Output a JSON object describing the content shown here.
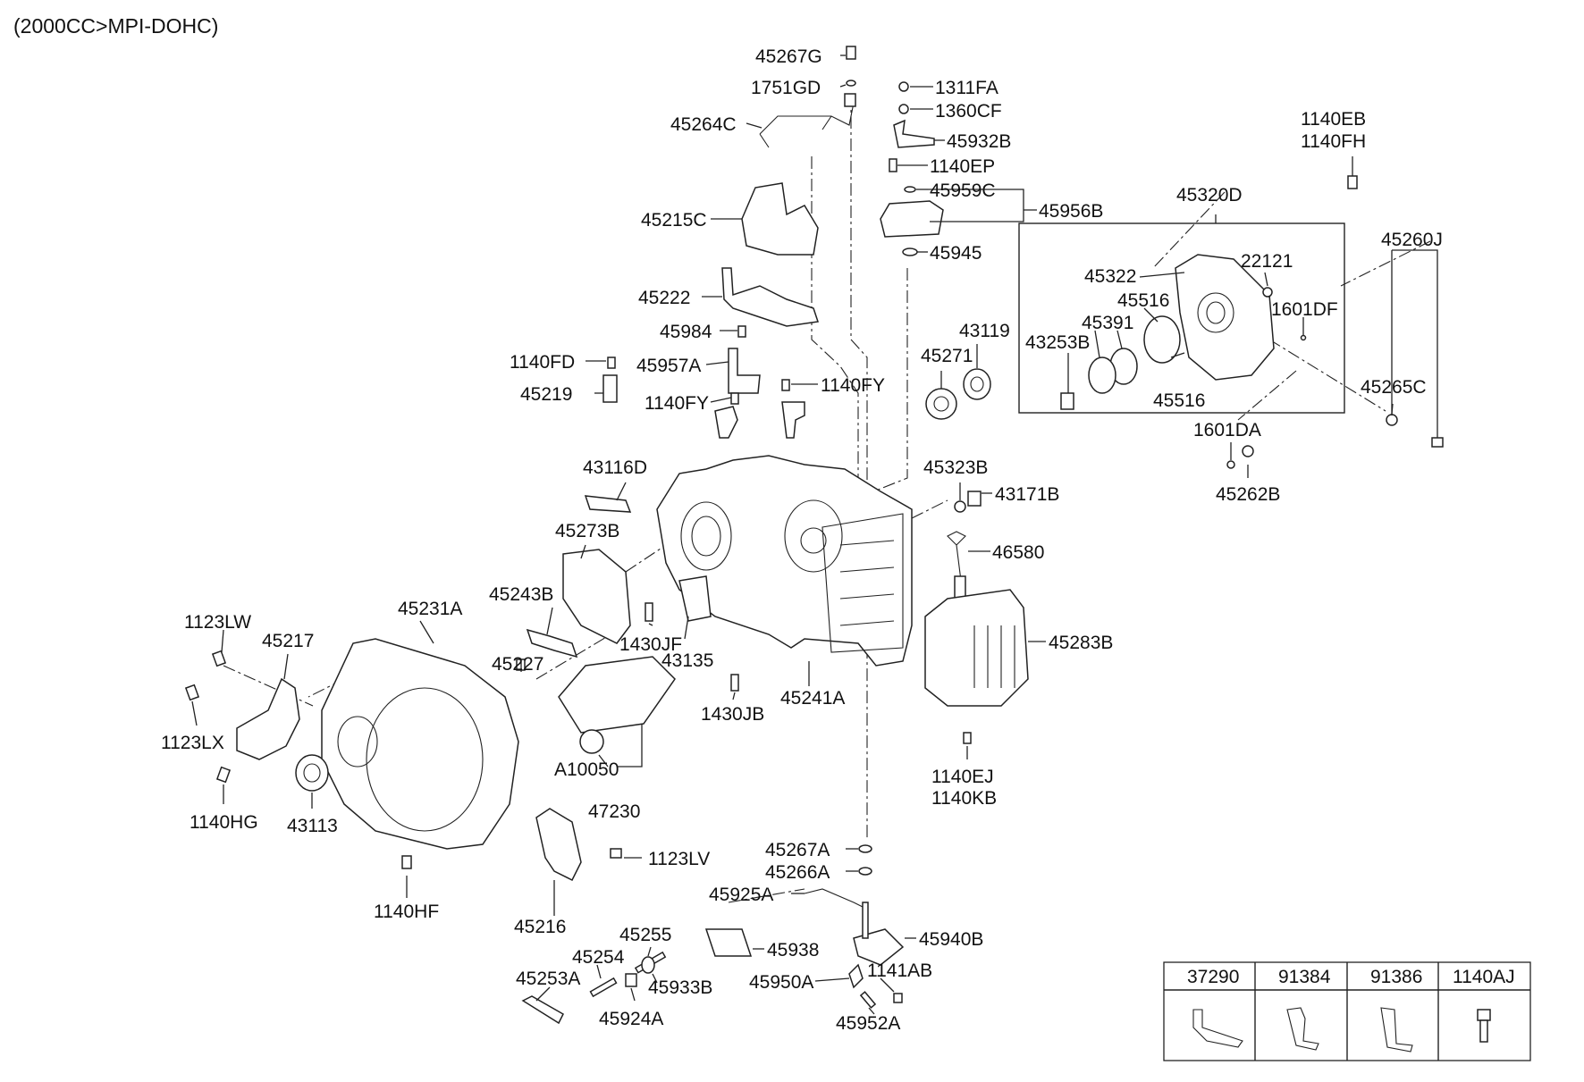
{
  "title": "(2000CC>MPI-DOHC)",
  "callouts": {
    "p45267G": "45267G",
    "p1751GD": "1751GD",
    "p45264C": "45264C",
    "p1311FA": "1311FA",
    "p1360CF": "1360CF",
    "p45932B": "45932B",
    "p1140EP": "1140EP",
    "p45959C": "45959C",
    "p45956B": "45956B",
    "p45945": "45945",
    "p45215C": "45215C",
    "p45222": "45222",
    "p45984": "45984",
    "p1140FD": "1140FD",
    "p45957A": "45957A",
    "p45219": "45219",
    "p1140FY_a": "1140FY",
    "p1140FY_b": "1140FY",
    "p1140EB": "1140EB",
    "p1140FH": "1140FH",
    "p45320D": "45320D",
    "p45322": "45322",
    "p22121": "22121",
    "p45516_a": "45516",
    "p1601DF": "1601DF",
    "p45391": "45391",
    "p43253B": "43253B",
    "p45516_b": "45516",
    "p45260J": "45260J",
    "p45265C": "45265C",
    "p1601DA": "1601DA",
    "p45262B": "45262B",
    "p45271": "45271",
    "p43119": "43119",
    "p43116D": "43116D",
    "p45323B": "45323B",
    "p43171B": "43171B",
    "p45273B": "45273B",
    "p46580": "46580",
    "p45243B": "45243B",
    "p45231A": "45231A",
    "p1123LW": "1123LW",
    "p45217": "45217",
    "p1430JF": "1430JF",
    "p43135": "43135",
    "p45283B": "45283B",
    "p45227": "45227",
    "p1123LX": "1123LX",
    "p45241A": "45241A",
    "p1430JB": "1430JB",
    "pA10050": "A10050",
    "p47230": "47230",
    "p1140HG": "1140HG",
    "p43113": "43113",
    "p1140EJ": "1140EJ",
    "p1140KB": "1140KB",
    "p45267A": "45267A",
    "p45266A": "45266A",
    "p1123LV": "1123LV",
    "p1140HF": "1140HF",
    "p45925A": "45925A",
    "p45216": "45216",
    "p45255": "45255",
    "p45938": "45938",
    "p45940B": "45940B",
    "p45254": "45254",
    "p45253A": "45253A",
    "p45933B": "45933B",
    "p45924A": "45924A",
    "p45950A": "45950A",
    "p1141AB": "1141AB",
    "p45952A": "45952A"
  },
  "legend_table": {
    "headers": [
      "37290",
      "91384",
      "91386",
      "1140AJ"
    ]
  }
}
